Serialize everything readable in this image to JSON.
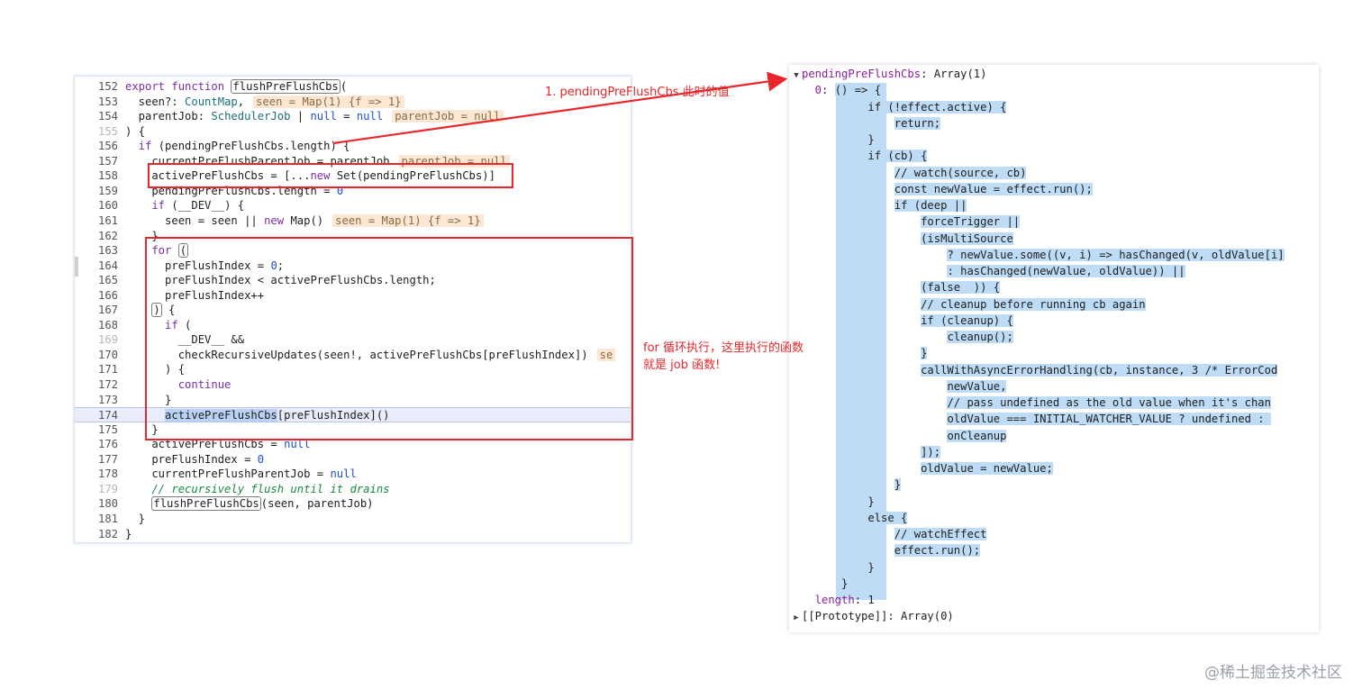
{
  "left_code": {
    "lines": [
      {
        "n": "152",
        "tokens": [
          [
            "kw",
            "export function "
          ],
          [
            "boxed",
            "flushPreFlushCbs"
          ],
          [
            "",
            "("
          ]
        ]
      },
      {
        "n": "153",
        "tokens": [
          [
            "",
            "  seen?: "
          ],
          [
            "ty",
            "CountMap"
          ],
          [
            "",
            ","
          ],
          [
            "inl",
            "seen = Map(1) {f => 1}"
          ]
        ]
      },
      {
        "n": "154",
        "tokens": [
          [
            "",
            "  parentJob: "
          ],
          [
            "ty",
            "SchedulerJob"
          ],
          [
            "",
            " | "
          ],
          [
            "nm",
            "null"
          ],
          [
            "",
            " = "
          ],
          [
            "nm",
            "null"
          ],
          [
            "inl",
            "parentJob = null"
          ]
        ]
      },
      {
        "n": "155",
        "dim": true,
        "tokens": [
          [
            "",
            ") {"
          ]
        ]
      },
      {
        "n": "156",
        "tokens": [
          [
            "kw",
            "  if "
          ],
          [
            "",
            "(pendingPreFlushCbs.length) {"
          ]
        ]
      },
      {
        "n": "157",
        "tokens": [
          [
            "",
            "    currentPreFlushParentJob = parentJob"
          ],
          [
            "inl",
            "parentJob = null"
          ]
        ]
      },
      {
        "n": "158",
        "tokens": [
          [
            "",
            "    activePreFlushCbs = [..."
          ],
          [
            "kw",
            "new "
          ],
          [
            "",
            "Set(pendingPreFlushCbs)]"
          ]
        ]
      },
      {
        "n": "159",
        "tokens": [
          [
            "",
            "    pendingPreFlushCbs.length = "
          ],
          [
            "nm",
            "0"
          ]
        ]
      },
      {
        "n": "160",
        "tokens": [
          [
            "kw",
            "    if "
          ],
          [
            "",
            "(__DEV__) {"
          ]
        ]
      },
      {
        "n": "161",
        "tokens": [
          [
            "",
            "      seen = seen || "
          ],
          [
            "kw",
            "new "
          ],
          [
            "",
            "Map()"
          ],
          [
            "inl",
            "seen = Map(1) {f => 1}"
          ]
        ]
      },
      {
        "n": "162",
        "tokens": [
          [
            "",
            "    }"
          ]
        ]
      },
      {
        "n": "163",
        "tokens": [
          [
            "kw",
            "    for "
          ],
          [
            "boxed",
            "("
          ]
        ]
      },
      {
        "n": "164",
        "tokens": [
          [
            "",
            "      preFlushIndex = "
          ],
          [
            "nm",
            "0"
          ],
          [
            "",
            ";"
          ]
        ]
      },
      {
        "n": "165",
        "tokens": [
          [
            "",
            "      preFlushIndex < activePreFlushCbs.length;"
          ]
        ]
      },
      {
        "n": "166",
        "tokens": [
          [
            "",
            "      preFlushIndex++"
          ]
        ]
      },
      {
        "n": "167",
        "tokens": [
          [
            "",
            "    "
          ],
          [
            "boxed",
            ")"
          ],
          [
            "",
            " {"
          ]
        ]
      },
      {
        "n": "168",
        "tokens": [
          [
            "kw",
            "      if "
          ],
          [
            "",
            "("
          ]
        ]
      },
      {
        "n": "169",
        "dim": true,
        "tokens": [
          [
            "",
            "        __DEV__ &&"
          ]
        ]
      },
      {
        "n": "170",
        "tokens": [
          [
            "",
            "        checkRecursiveUpdates(seen!, activePreFlushCbs[preFlushIndex])"
          ],
          [
            "inl",
            "se"
          ]
        ]
      },
      {
        "n": "171",
        "tokens": [
          [
            "",
            "      ) {"
          ]
        ]
      },
      {
        "n": "172",
        "tokens": [
          [
            "kw",
            "        continue"
          ]
        ]
      },
      {
        "n": "173",
        "tokens": [
          [
            "",
            "      }"
          ]
        ]
      },
      {
        "n": "174",
        "current": true,
        "tokens": [
          [
            "",
            "      "
          ],
          [
            "sel",
            "activePreFlushCbs"
          ],
          [
            "",
            "[preFlushIndex]()"
          ]
        ]
      },
      {
        "n": "175",
        "tokens": [
          [
            "",
            "    }"
          ]
        ]
      },
      {
        "n": "176",
        "tokens": [
          [
            "",
            "    activePreFlushCbs = "
          ],
          [
            "nm",
            "null"
          ]
        ]
      },
      {
        "n": "177",
        "tokens": [
          [
            "",
            "    preFlushIndex = "
          ],
          [
            "nm",
            "0"
          ]
        ]
      },
      {
        "n": "178",
        "tokens": [
          [
            "",
            "    currentPreFlushParentJob = "
          ],
          [
            "nm",
            "null"
          ]
        ]
      },
      {
        "n": "179",
        "dim": true,
        "tokens": [
          [
            "cm",
            "    // recursively flush until it drains"
          ]
        ]
      },
      {
        "n": "180",
        "tokens": [
          [
            "",
            "    "
          ],
          [
            "boxed",
            "flushPreFlushCbs"
          ],
          [
            "",
            "(seen, parentJob)"
          ]
        ]
      },
      {
        "n": "181",
        "tokens": [
          [
            "",
            "  }"
          ]
        ]
      },
      {
        "n": "182",
        "tokens": [
          [
            "",
            "}"
          ]
        ]
      }
    ]
  },
  "right_panel": {
    "lines": [
      {
        "tri": "down",
        "tokens": [
          [
            "k",
            "pendingPreFlushCbs"
          ],
          [
            "",
            ": Array(1)"
          ]
        ]
      },
      {
        "tokens": [
          [
            "k",
            "  0"
          ],
          [
            "",
            ": "
          ],
          [
            "bg",
            "() => {"
          ]
        ]
      },
      {
        "tokens": [
          [
            "",
            "          "
          ],
          [
            "bg",
            "if (!effect.active) {"
          ]
        ]
      },
      {
        "tokens": [
          [
            "",
            "              "
          ],
          [
            "bg",
            "return;"
          ]
        ]
      },
      {
        "tokens": [
          [
            "",
            "          "
          ],
          [
            "bg",
            "}"
          ]
        ]
      },
      {
        "tokens": [
          [
            "",
            "          "
          ],
          [
            "bg",
            "if (cb) {"
          ]
        ]
      },
      {
        "tokens": [
          [
            "",
            "              "
          ],
          [
            "bg",
            "// watch(source, cb)"
          ]
        ]
      },
      {
        "tokens": [
          [
            "",
            "              "
          ],
          [
            "bg",
            "const newValue = effect.run();"
          ]
        ]
      },
      {
        "tokens": [
          [
            "",
            "              "
          ],
          [
            "bg",
            "if (deep ||"
          ]
        ]
      },
      {
        "tokens": [
          [
            "",
            "                  "
          ],
          [
            "bg",
            "forceTrigger ||"
          ]
        ]
      },
      {
        "tokens": [
          [
            "",
            "                  "
          ],
          [
            "bg",
            "(isMultiSource"
          ]
        ]
      },
      {
        "tokens": [
          [
            "",
            "                      "
          ],
          [
            "bg",
            "? newValue.some((v, i) => hasChanged(v, oldValue[i]"
          ]
        ]
      },
      {
        "tokens": [
          [
            "",
            "                      "
          ],
          [
            "bg",
            ": hasChanged(newValue, oldValue)) ||"
          ]
        ]
      },
      {
        "tokens": [
          [
            "",
            "                  "
          ],
          [
            "bg",
            "(false  )) {"
          ]
        ]
      },
      {
        "tokens": [
          [
            "",
            "                  "
          ],
          [
            "bg",
            "// cleanup before running cb again"
          ]
        ]
      },
      {
        "tokens": [
          [
            "",
            "                  "
          ],
          [
            "bg",
            "if (cleanup) {"
          ]
        ]
      },
      {
        "tokens": [
          [
            "",
            "                      "
          ],
          [
            "bg",
            "cleanup();"
          ]
        ]
      },
      {
        "tokens": [
          [
            "",
            "                  "
          ],
          [
            "bg",
            "}"
          ]
        ]
      },
      {
        "tokens": [
          [
            "",
            "                  "
          ],
          [
            "bg",
            "callWithAsyncErrorHandling(cb, instance, 3 /* ErrorCod"
          ]
        ]
      },
      {
        "tokens": [
          [
            "",
            "                      "
          ],
          [
            "bg",
            "newValue,"
          ]
        ]
      },
      {
        "tokens": [
          [
            "",
            "                      "
          ],
          [
            "bg",
            "// pass undefined as the old value when it's chan"
          ]
        ]
      },
      {
        "tokens": [
          [
            "",
            "                      "
          ],
          [
            "bg",
            "oldValue === INITIAL_WATCHER_VALUE ? undefined : "
          ]
        ]
      },
      {
        "tokens": [
          [
            "",
            "                      "
          ],
          [
            "bg",
            "onCleanup"
          ]
        ]
      },
      {
        "tokens": [
          [
            "",
            "                  "
          ],
          [
            "bg",
            "]);"
          ]
        ]
      },
      {
        "tokens": [
          [
            "",
            "                  "
          ],
          [
            "bg",
            "oldValue = newValue;"
          ]
        ]
      },
      {
        "tokens": [
          [
            "",
            "              "
          ],
          [
            "bg",
            "}"
          ]
        ]
      },
      {
        "tokens": [
          [
            "",
            "          "
          ],
          [
            "bg",
            "}"
          ]
        ]
      },
      {
        "tokens": [
          [
            "",
            "          "
          ],
          [
            "bg",
            "else {"
          ]
        ]
      },
      {
        "tokens": [
          [
            "",
            "              "
          ],
          [
            "bg",
            "// watchEffect"
          ]
        ]
      },
      {
        "tokens": [
          [
            "",
            "              "
          ],
          [
            "bg",
            "effect.run();"
          ]
        ]
      },
      {
        "tokens": [
          [
            "",
            "          "
          ],
          [
            "bg",
            "}"
          ]
        ]
      },
      {
        "tokens": [
          [
            "",
            "      "
          ],
          [
            "bg",
            "}"
          ]
        ]
      },
      {
        "tokens": [
          [
            "k",
            "  length"
          ],
          [
            "",
            ": 1"
          ]
        ]
      },
      {
        "tri": "right",
        "tokens": [
          [
            "",
            "[[Prototype]]: Array(0)"
          ]
        ]
      }
    ]
  },
  "annotations": {
    "arrow_label": "1. pendingPreFlushCbs 此时的值",
    "for_note_line1": "for  循环执行，这里执行的函数",
    "for_note_line2": "就是 job 函数!",
    "color": "#e8262b"
  },
  "watermark": "@稀土掘金技术社区"
}
